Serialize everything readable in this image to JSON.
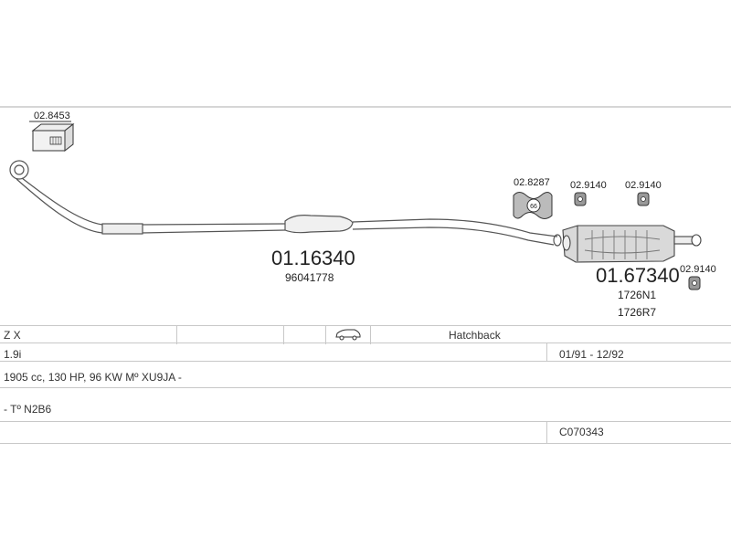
{
  "parts": {
    "clamp_kit": "02.8453",
    "front_pipe": "01.16340",
    "front_pipe_oe": "96041778",
    "clamp_front": "02.8287",
    "mount_a": "02.9140",
    "mount_b": "02.9140",
    "mount_c": "02.9140",
    "rear_silencer": "01.67340",
    "rear_oe_1": "1726N1",
    "rear_oe_2": "1726R7",
    "clamp_badge": "66"
  },
  "vehicle": {
    "model": "Z X",
    "body": "Hatchback",
    "engine": "1.9i",
    "years": "01/91 - 12/92",
    "spec": "1905 cc, 130 HP, 96 KW Mº XU9JA -",
    "type_code": "- Tº N2B6",
    "catalog_no": "C070343"
  },
  "icons": {
    "body_icon": "car-hatchback-icon",
    "kit_icon": "clamp-kit-box-icon"
  }
}
